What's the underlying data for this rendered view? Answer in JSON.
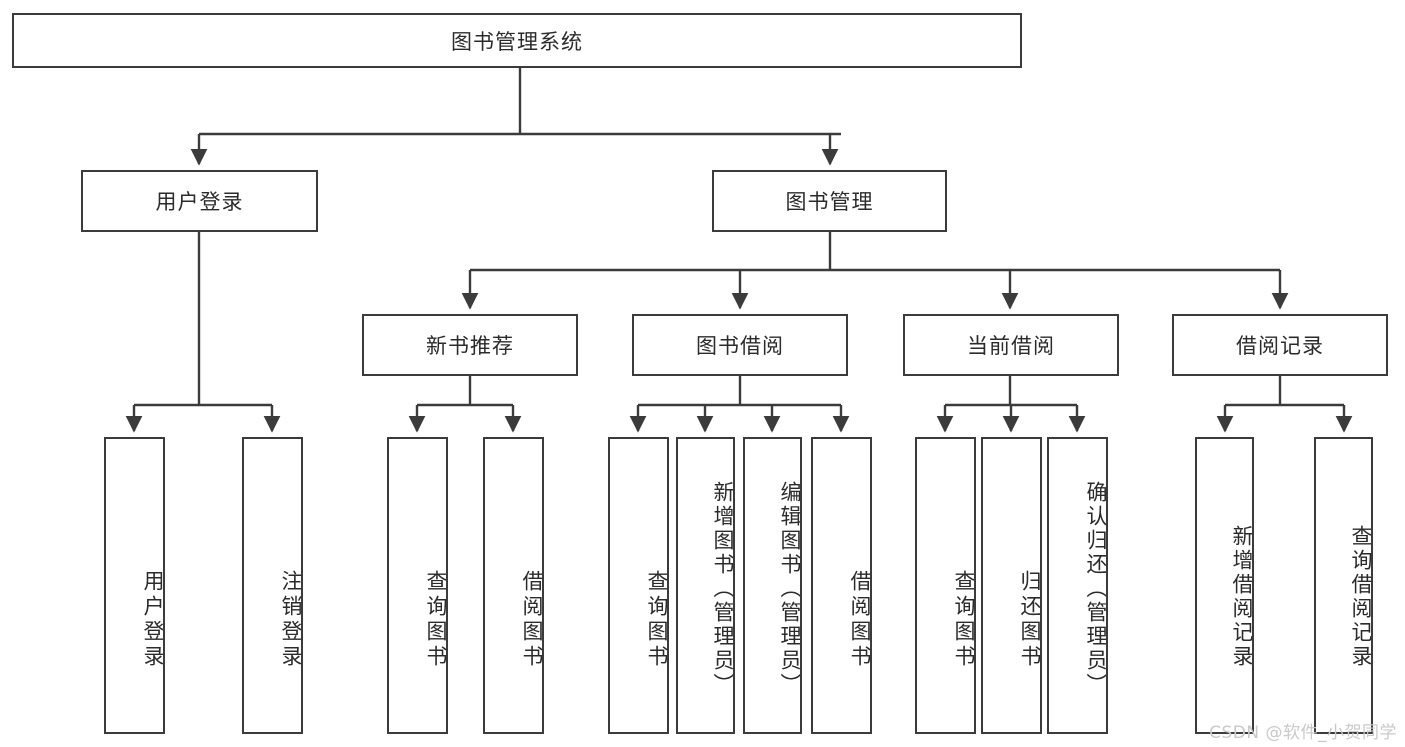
{
  "diagram": {
    "title": "图书管理系统",
    "type": "tree-hierarchy-diagram",
    "root": {
      "id": "root",
      "label": "图书管理系统"
    },
    "level2": [
      {
        "id": "user-login",
        "label": "用户登录"
      },
      {
        "id": "book-manage",
        "label": "图书管理"
      }
    ],
    "level3": [
      {
        "id": "new-book-rec",
        "label": "新书推荐"
      },
      {
        "id": "book-borrow",
        "label": "图书借阅"
      },
      {
        "id": "current-borrow",
        "label": "当前借阅"
      },
      {
        "id": "borrow-record",
        "label": "借阅记录"
      }
    ],
    "leaves": {
      "user_login": [
        {
          "id": "leaf-user-login",
          "label": "用户登录"
        },
        {
          "id": "leaf-logout-login",
          "label": "注销登录"
        }
      ],
      "new_book_rec": [
        {
          "id": "leaf-query-book-1",
          "label": "查询图书"
        },
        {
          "id": "leaf-borrow-book-1",
          "label": "借阅图书"
        }
      ],
      "book_borrow": [
        {
          "id": "leaf-query-book-2",
          "label": "查询图书"
        },
        {
          "id": "leaf-add-book",
          "label": "新增图书（管理员）"
        },
        {
          "id": "leaf-edit-book",
          "label": "编辑图书（管理员）"
        },
        {
          "id": "leaf-borrow-book-2",
          "label": "借阅图书"
        }
      ],
      "current_borrow": [
        {
          "id": "leaf-query-book-3",
          "label": "查询图书"
        },
        {
          "id": "leaf-return-book",
          "label": "归还图书"
        },
        {
          "id": "leaf-confirm-return",
          "label": "确认归还（管理员）"
        }
      ],
      "borrow_record": [
        {
          "id": "leaf-add-record",
          "label": "新增借阅记录"
        },
        {
          "id": "leaf-query-record",
          "label": "查询借阅记录"
        }
      ]
    },
    "colors": {
      "stroke": "#3b3b3b",
      "text": "#2b2b2b",
      "background": "#ffffff",
      "watermark": "#c9c9c9"
    }
  },
  "watermark": {
    "text": "CSDN @软件_小贺同学"
  }
}
